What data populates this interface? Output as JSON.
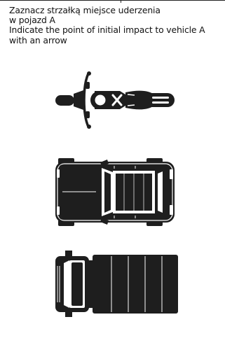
{
  "instructions": {
    "pl_line1": "Zaznacz strzałką miejsce uderzenia",
    "pl_line2": "w pojazd A",
    "en_line1": "Indicate the point of  initial impact to vehicle A",
    "en_line2": "with an arrow"
  },
  "vehicles": [
    {
      "name": "motorcycle",
      "icon": "motorcycle-top-view-icon"
    },
    {
      "name": "car",
      "icon": "car-top-view-icon"
    },
    {
      "name": "truck",
      "icon": "truck-top-view-icon"
    }
  ],
  "colors": {
    "ink": "#111111",
    "vehicle_fill": "#1e1e1e",
    "background": "#ffffff"
  }
}
